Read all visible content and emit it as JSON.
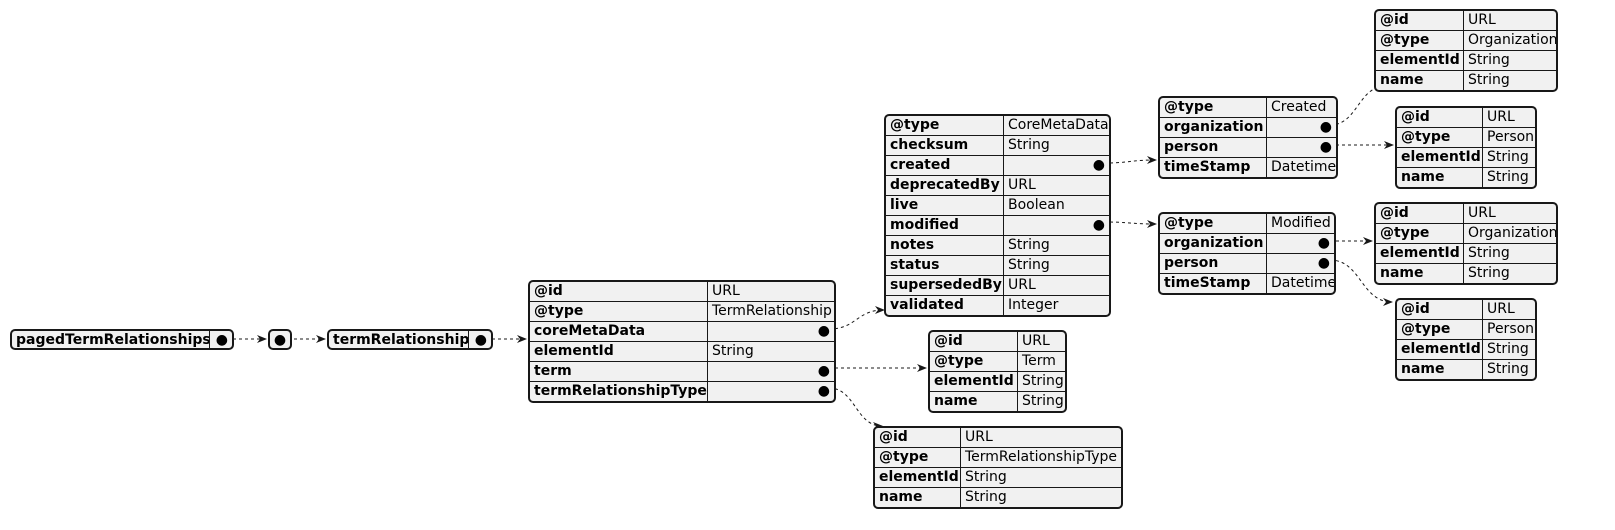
{
  "root": {
    "label": "pagedTermRelationships"
  },
  "array_node": {
    "label": ""
  },
  "term_relationship": {
    "label": "termRelationship"
  },
  "tables": {
    "relationship": [
      {
        "key": "@id",
        "value": "URL"
      },
      {
        "key": "@type",
        "value": "TermRelationship"
      },
      {
        "key": "coreMetaData",
        "value": ""
      },
      {
        "key": "elementId",
        "value": "String"
      },
      {
        "key": "term",
        "value": ""
      },
      {
        "key": "termRelationshipType",
        "value": ""
      }
    ],
    "core_meta_data": [
      {
        "key": "@type",
        "value": "CoreMetaData"
      },
      {
        "key": "checksum",
        "value": "String"
      },
      {
        "key": "created",
        "value": ""
      },
      {
        "key": "deprecatedBy",
        "value": "URL"
      },
      {
        "key": "live",
        "value": "Boolean"
      },
      {
        "key": "modified",
        "value": ""
      },
      {
        "key": "notes",
        "value": "String"
      },
      {
        "key": "status",
        "value": "String"
      },
      {
        "key": "supersededBy",
        "value": "URL"
      },
      {
        "key": "validated",
        "value": "Integer"
      }
    ],
    "created": [
      {
        "key": "@type",
        "value": "Created"
      },
      {
        "key": "organization",
        "value": ""
      },
      {
        "key": "person",
        "value": ""
      },
      {
        "key": "timeStamp",
        "value": "Datetime"
      }
    ],
    "created_organization": [
      {
        "key": "@id",
        "value": "URL"
      },
      {
        "key": "@type",
        "value": "Organization"
      },
      {
        "key": "elementId",
        "value": "String"
      },
      {
        "key": "name",
        "value": "String"
      }
    ],
    "created_person": [
      {
        "key": "@id",
        "value": "URL"
      },
      {
        "key": "@type",
        "value": "Person"
      },
      {
        "key": "elementId",
        "value": "String"
      },
      {
        "key": "name",
        "value": "String"
      }
    ],
    "modified": [
      {
        "key": "@type",
        "value": "Modified"
      },
      {
        "key": "organization",
        "value": ""
      },
      {
        "key": "person",
        "value": ""
      },
      {
        "key": "timeStamp",
        "value": "Datetime"
      }
    ],
    "modified_organization": [
      {
        "key": "@id",
        "value": "URL"
      },
      {
        "key": "@type",
        "value": "Organization"
      },
      {
        "key": "elementId",
        "value": "String"
      },
      {
        "key": "name",
        "value": "String"
      }
    ],
    "modified_person": [
      {
        "key": "@id",
        "value": "URL"
      },
      {
        "key": "@type",
        "value": "Person"
      },
      {
        "key": "elementId",
        "value": "String"
      },
      {
        "key": "name",
        "value": "String"
      }
    ],
    "term": [
      {
        "key": "@id",
        "value": "URL"
      },
      {
        "key": "@type",
        "value": "Term"
      },
      {
        "key": "elementId",
        "value": "String"
      },
      {
        "key": "name",
        "value": "String"
      }
    ],
    "term_relationship_type": [
      {
        "key": "@id",
        "value": "URL"
      },
      {
        "key": "@type",
        "value": "TermRelationshipType"
      },
      {
        "key": "elementId",
        "value": "String"
      },
      {
        "key": "name",
        "value": "String"
      }
    ]
  },
  "colors": {
    "node_fill": "#f1f1f1",
    "stroke": "#181818"
  }
}
